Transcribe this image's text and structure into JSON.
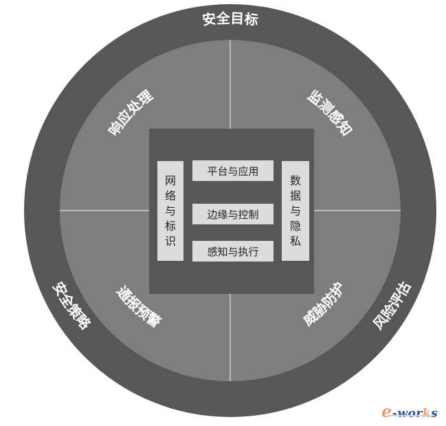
{
  "diagram": {
    "title": "Security framework circular diagram",
    "colors": {
      "background": "#ffffff",
      "outer_ring": "#575757",
      "inner_disc": "#7e7e7e",
      "center_square": "#575757",
      "boxes": "#dcdcdc",
      "ring_text": "#ffffff",
      "box_text": "#222222",
      "divider": "#d0d0d0"
    },
    "outer_ring_labels": [
      {
        "id": "top",
        "text": "安全目标"
      },
      {
        "id": "left",
        "text": "安全策略"
      },
      {
        "id": "right",
        "text": "风险评估"
      }
    ],
    "quadrant_labels": [
      {
        "id": "top-left",
        "text": "响应处理"
      },
      {
        "id": "top-right",
        "text": "监测感知"
      },
      {
        "id": "bottom-left",
        "text": "通报预警"
      },
      {
        "id": "bottom-right",
        "text": "威胁防护"
      }
    ],
    "center": {
      "left_column": "网络与标识",
      "right_column": "数据与隐私",
      "rows": [
        "平台与应用",
        "边缘与控制",
        "感知与执行"
      ]
    },
    "watermark": {
      "e": "e",
      "text_main": "-wor",
      "k": "k",
      "s": "s"
    }
  }
}
